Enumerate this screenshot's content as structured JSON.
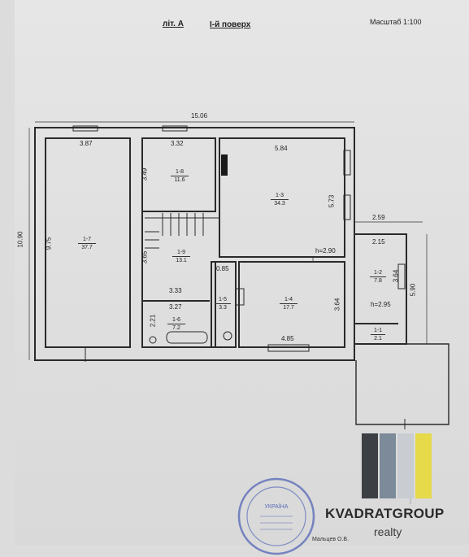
{
  "header": {
    "lit": "літ. А",
    "floor": "І-й поверх",
    "scale": "Масштаб 1:100"
  },
  "overall_dims": {
    "width": "15.06",
    "height": "10.90",
    "annex_width": "2.59",
    "annex_height": "5.90"
  },
  "dims": {
    "d_387": "3.87",
    "d_332": "3.32",
    "d_584": "5.84",
    "d_349": "3.49",
    "d_573": "5.73",
    "d_975": "9.75",
    "d_365": "3.65",
    "d_085": "0.85",
    "d_333": "3.33",
    "d_327": "3.27",
    "d_221": "2.21",
    "d_364a": "3.64",
    "d_485": "4.85",
    "d_215": "2.15",
    "d_364b": "3.64",
    "h_290": "h=2.90",
    "h_295": "h=2.95"
  },
  "rooms": [
    {
      "id": "1-7",
      "area": "37.7"
    },
    {
      "id": "1-8",
      "area": "11.6"
    },
    {
      "id": "1-3",
      "area": "34.3"
    },
    {
      "id": "1-9",
      "area": "13.1"
    },
    {
      "id": "1-5",
      "area": "3.3"
    },
    {
      "id": "1-4",
      "area": "17.7"
    },
    {
      "id": "1-6",
      "area": "7.2"
    },
    {
      "id": "1-2",
      "area": "7.8"
    },
    {
      "id": "1-1",
      "area": "2.1"
    }
  ],
  "brand": {
    "name": "KVADRATGROUP",
    "sub": "realty"
  },
  "stamp": {
    "text": "УКРАЇНА",
    "signer": "Мальцев О.В."
  },
  "colors": {
    "logo_dark": "#3c3f43",
    "logo_mid": "#7d8a99",
    "logo_light": "#c9ccd1",
    "logo_accent": "#e6d94a"
  }
}
